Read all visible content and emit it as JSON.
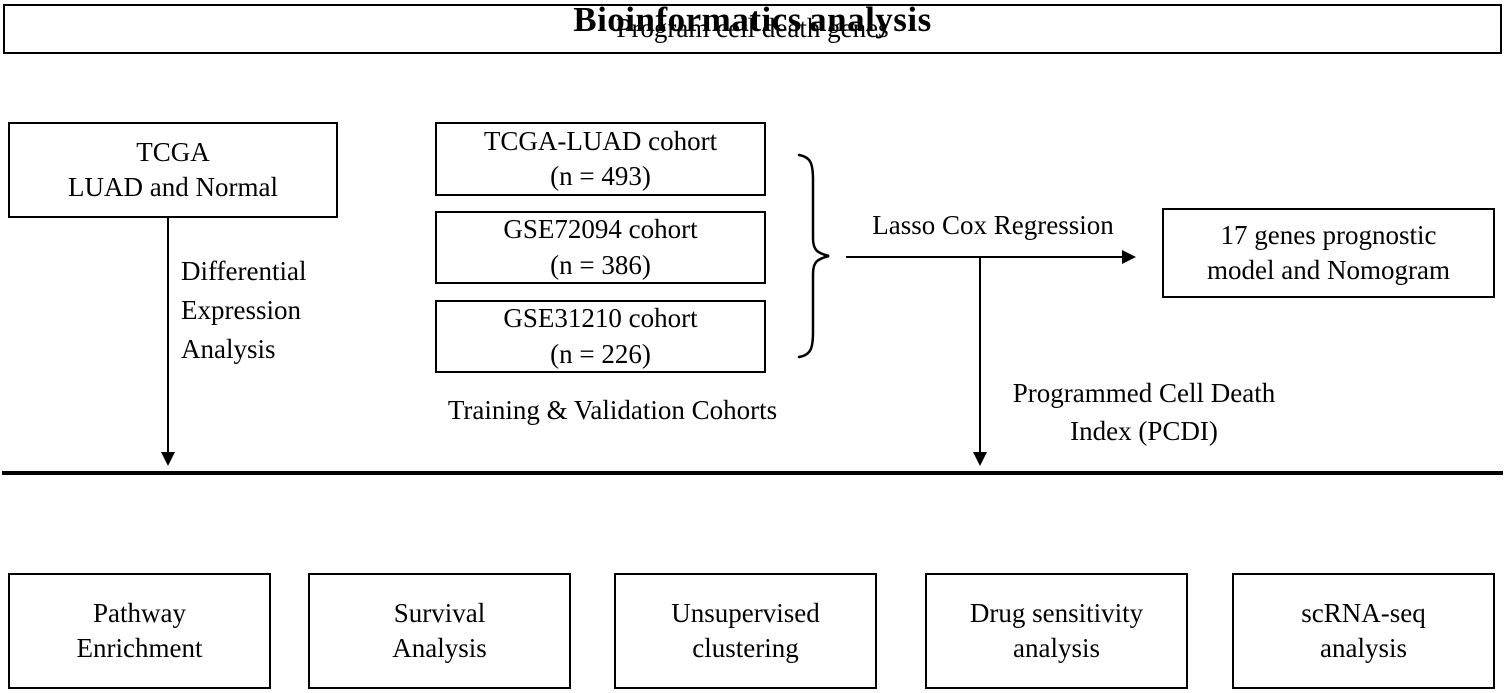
{
  "title_box": {
    "label": "Program cell death genes"
  },
  "left_flow": {
    "source_box": {
      "line1": "TCGA",
      "line2": "LUAD and Normal"
    },
    "arrow_label": {
      "line1": "Differential",
      "line2": "Expression",
      "line3": "Analysis"
    }
  },
  "cohorts": {
    "boxes": [
      {
        "name": "TCGA-LUAD cohort",
        "n": "(n = 493)"
      },
      {
        "name": "GSE72094 cohort",
        "n": "(n = 386)"
      },
      {
        "name": "GSE31210 cohort",
        "n": "(n = 226)"
      }
    ],
    "caption": "Training & Validation Cohorts"
  },
  "regression": {
    "arrow_label": "Lasso Cox Regression",
    "result_box": {
      "line1": "17 genes prognostic",
      "line2": "model and Nomogram"
    },
    "branch_label": {
      "line1": "Programmed Cell Death",
      "line2": "Index (PCDI)"
    }
  },
  "bioinformatics": {
    "heading": "Bioinformatics analysis",
    "boxes": [
      {
        "line1": "Pathway",
        "line2": "Enrichment"
      },
      {
        "line1": "Survival",
        "line2": "Analysis"
      },
      {
        "line1": "Unsupervised",
        "line2": "clustering"
      },
      {
        "line1": "Drug sensitivity",
        "line2": "analysis"
      },
      {
        "line1": "scRNA-seq",
        "line2": "analysis"
      }
    ]
  },
  "colors": {
    "line": "#000000",
    "background": "#ffffff",
    "text": "#000000"
  }
}
